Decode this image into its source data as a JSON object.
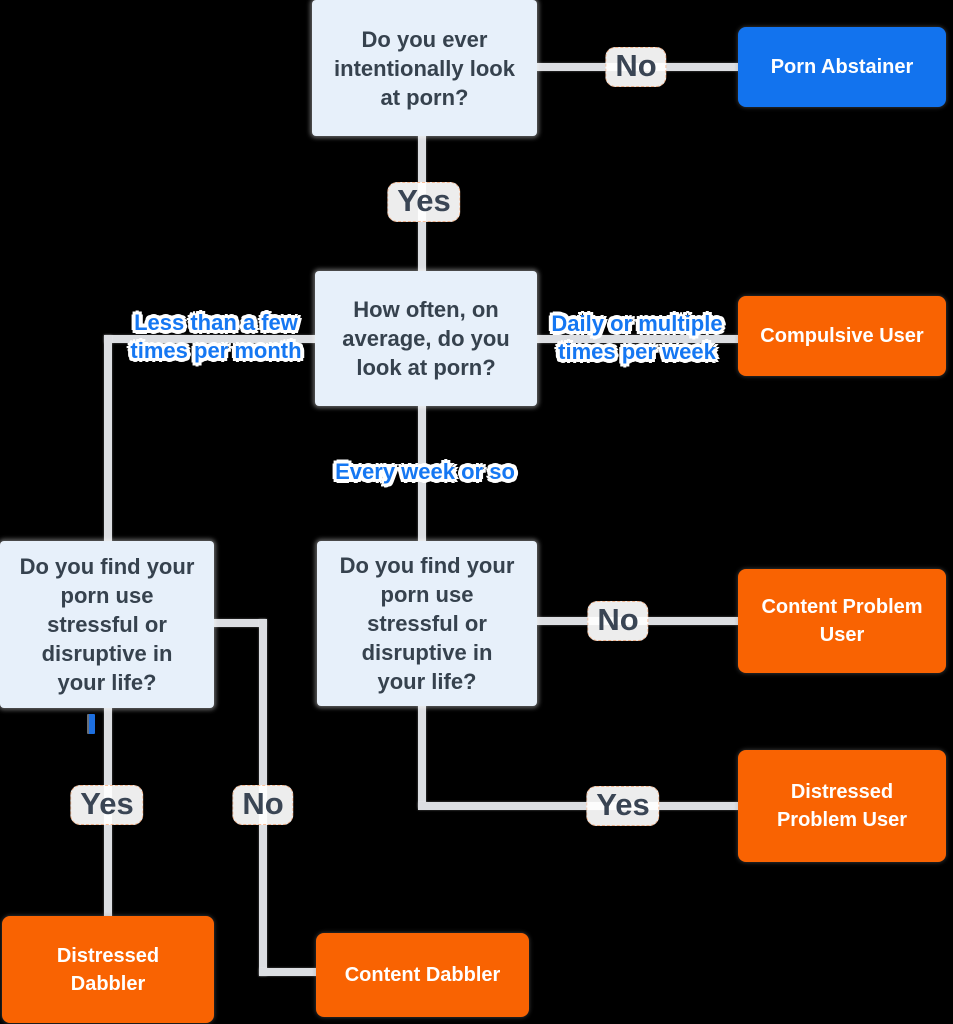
{
  "palette": {
    "abstainer_blue": "#1273ee",
    "outcome_orange": "#f96302",
    "question_fill": "#e7f0fa",
    "question_text": "#36424e",
    "edge_label_blue": "#1577f2",
    "edge_label_dark": "#3a4554",
    "connector_gray": "#dcdee2",
    "background": "#000000"
  },
  "nodes": {
    "q_ever": {
      "text": "Do you ever intentionally look at porn?"
    },
    "q_often": {
      "text": "How often, on average, do you look at porn?"
    },
    "q_stress_left": {
      "text": "Do you find your porn use stressful or disruptive in your life?"
    },
    "q_stress_center": {
      "text": "Do you find your porn use stressful or disruptive in your life?"
    },
    "porn_abstainer": {
      "text": "Porn Abstainer"
    },
    "compulsive_user": {
      "text": "Compulsive User"
    },
    "content_problem_user": {
      "text": "Content Problem User"
    },
    "distressed_problem_user": {
      "text": "Distressed Problem User"
    },
    "distressed_dabbler": {
      "text": "Distressed Dabbler"
    },
    "content_dabbler": {
      "text": "Content Dabbler"
    }
  },
  "edges": {
    "no_top": "No",
    "yes_top": "Yes",
    "less_month": "Less than a few times per month",
    "daily_week": "Daily or multiple times per week",
    "every_week": "Every week or so",
    "no_center": "No",
    "yes_center": "Yes",
    "yes_left": "Yes",
    "no_left": "No"
  }
}
